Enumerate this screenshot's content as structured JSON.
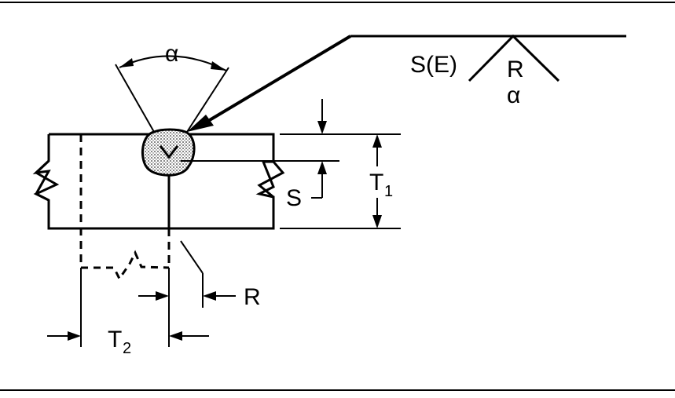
{
  "labels": {
    "angle_top": "α",
    "symbol_size_effective": "S(E)",
    "symbol_root": "R",
    "symbol_angle": "α",
    "depth": "S",
    "thickness_1_main": "T",
    "thickness_1_sub": "1",
    "thickness_2_main": "T",
    "thickness_2_sub": "2",
    "root_opening": "R"
  },
  "colors": {
    "ink": "#000000",
    "weld_fill": "#cfcfcf",
    "background": "#ffffff"
  }
}
